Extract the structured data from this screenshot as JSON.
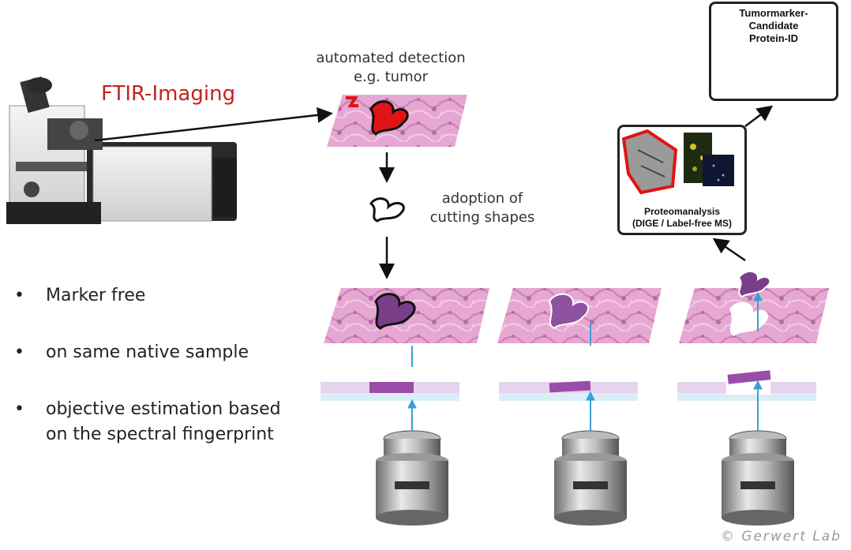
{
  "labels": {
    "ftir": "FTIR-Imaging",
    "detection_line1": "automated detection",
    "detection_line2": "e.g. tumor",
    "adoption_line1": "adoption of",
    "adoption_line2": "cutting shapes",
    "tumormarker_line1": "Tumormarker-",
    "tumormarker_line2": "Candidate",
    "tumormarker_line3": "Protein-ID",
    "proteo_line1": "Proteomanalysis",
    "proteo_line2": "(DIGE / Label-free MS)",
    "copyright": "© Gerwert Lab"
  },
  "bullets": [
    {
      "symbol": "•",
      "text": "Marker free"
    },
    {
      "symbol": "•",
      "text": "on same native sample"
    },
    {
      "symbol": "•",
      "text": "objective estimation based"
    },
    {
      "symbol": "",
      "text": "on the spectral fingerprint"
    }
  ],
  "colors": {
    "tissue": "#d98fc4",
    "tumor_red": "#e01414",
    "ftir_red": "#c2241d",
    "beam": "#3aa0d8",
    "slide": "#c9a0d6"
  }
}
